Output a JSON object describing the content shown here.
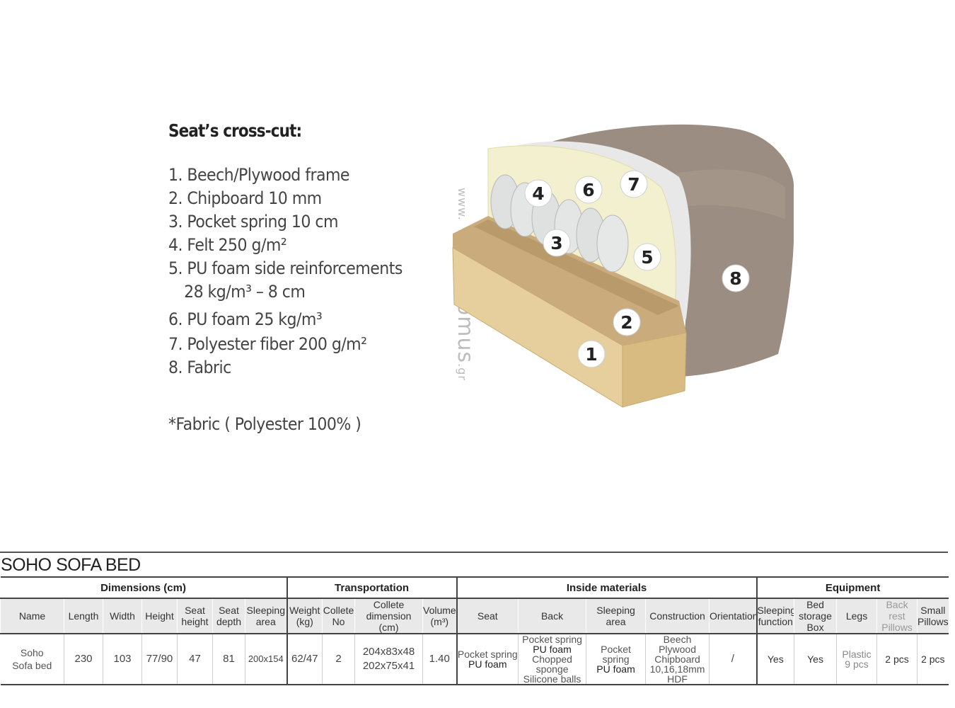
{
  "legend": {
    "title": "Seat’s cross-cut:",
    "items": [
      "1. Beech/Plywood frame",
      "2. Chipboard 10 mm",
      "3. Pocket spring 10 cm",
      "4. Felt 250 g/m²",
      "5. PU foam side reinforcements",
      "28 kg/m³ – 8 cm",
      "6. PU foam 25 kg/m³",
      "7. Polyester fiber 200 g/m²",
      "8. Fabric"
    ],
    "note": "*Fabric ( Polyester 100% )"
  },
  "watermark": {
    "prefix": "www.",
    "brand": "DecoDomus",
    "suffix": ".gr"
  },
  "illustration": {
    "labels": [
      "1",
      "2",
      "3",
      "4",
      "5",
      "6",
      "7",
      "8"
    ],
    "colors": {
      "frame": "#e6cf9c",
      "chipboard": "#c9ab7c",
      "foam": "#f3f0cf",
      "fabric": "#9b8d81",
      "springs": "#dfe0e0"
    }
  },
  "product": {
    "title": "SOHO SOFA BED",
    "groups": [
      "Dimensions (cm)",
      "Transportation",
      "Inside materials",
      "Equipment"
    ],
    "headers": {
      "name": "Name",
      "length": "Length",
      "width": "Width",
      "height": "Height",
      "seat_height": [
        "Seat",
        "height"
      ],
      "seat_depth": [
        "Seat",
        "depth"
      ],
      "sleeping_area": [
        "Sleeping",
        "area"
      ],
      "weight": [
        "Weight",
        "(kg)"
      ],
      "collete_no": [
        "Collete",
        "No"
      ],
      "collete_dim": [
        "Collete",
        "dimension (cm)"
      ],
      "volume": [
        "Volume",
        "(m³)"
      ],
      "seat": "Seat",
      "back": "Back",
      "sleeping_area_mat": "Sleeping area",
      "construction": "Construction",
      "orientation": "Orientation",
      "sleeping_function": [
        "Sleeping",
        "function"
      ],
      "bed_storage": [
        "Bed",
        "storage",
        "Box"
      ],
      "legs": "Legs",
      "back_rest": [
        "Back rest",
        "Pillows"
      ],
      "small_pillows": [
        "Small",
        "Pillows"
      ]
    },
    "row": {
      "name": [
        "Soho",
        "Sofa bed"
      ],
      "length": "230",
      "width": "103",
      "height": "77/90",
      "seat_height": "47",
      "seat_depth": "81",
      "sleeping_area": "200x154",
      "weight": "62/47",
      "collete_no": "2",
      "collete_dim": [
        "204x83x48",
        "202x75x41"
      ],
      "volume": "1.40",
      "seat": [
        "Pocket spring",
        "PU foam"
      ],
      "back": [
        "Pocket spring",
        "PU foam",
        "Chopped sponge",
        "Silicone balls"
      ],
      "sleeping_area_mat": [
        "Pocket spring",
        "PU foam"
      ],
      "construction": [
        "Beech",
        "Plywood",
        "Chipboard",
        "10,16,18mm",
        "HDF"
      ],
      "orientation": "/",
      "sleeping_function": "Yes",
      "bed_storage": "Yes",
      "legs": [
        "Plastic",
        "9 pcs"
      ],
      "back_rest": "2 pcs",
      "small_pillows": "2 pcs"
    }
  }
}
